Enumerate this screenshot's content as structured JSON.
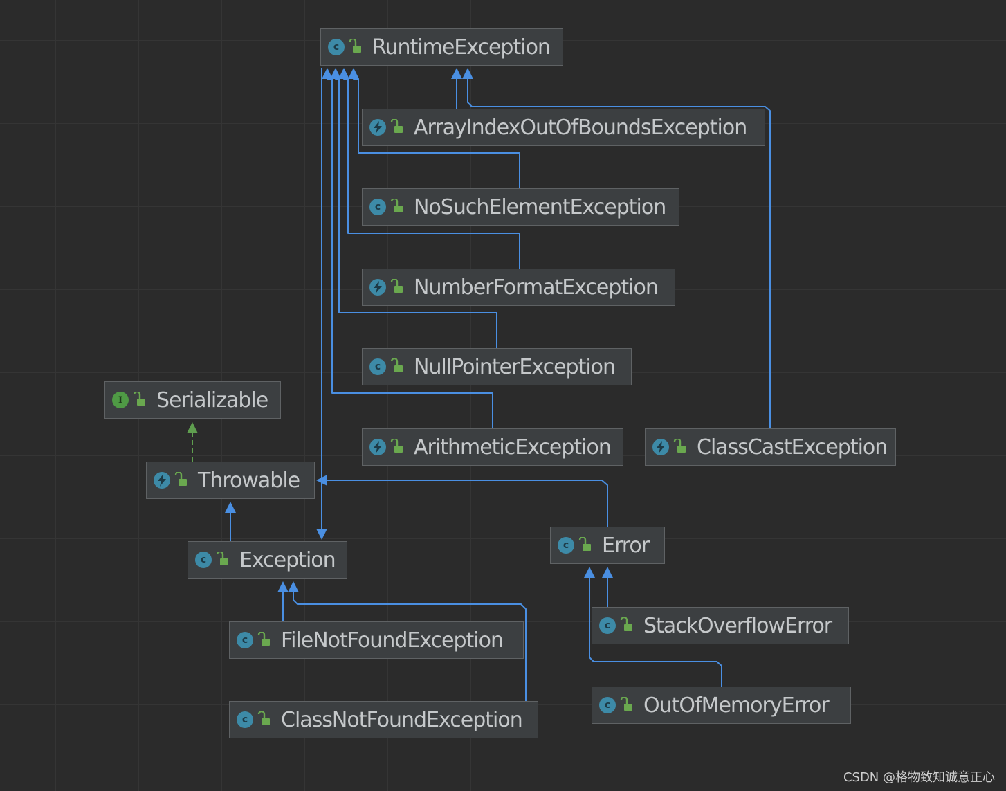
{
  "nodes": [
    {
      "id": "runtime_exception",
      "name": "RuntimeException",
      "kind": "class"
    },
    {
      "id": "array_index_oob",
      "name": "ArrayIndexOutOfBoundsException",
      "kind": "exception"
    },
    {
      "id": "no_such_element",
      "name": "NoSuchElementException",
      "kind": "class"
    },
    {
      "id": "number_format",
      "name": "NumberFormatException",
      "kind": "exception"
    },
    {
      "id": "null_pointer",
      "name": "NullPointerException",
      "kind": "class"
    },
    {
      "id": "arithmetic",
      "name": "ArithmeticException",
      "kind": "exception"
    },
    {
      "id": "class_cast",
      "name": "ClassCastException",
      "kind": "exception"
    },
    {
      "id": "serializable",
      "name": "Serializable",
      "kind": "interface"
    },
    {
      "id": "throwable",
      "name": "Throwable",
      "kind": "exception"
    },
    {
      "id": "exception",
      "name": "Exception",
      "kind": "class"
    },
    {
      "id": "error",
      "name": "Error",
      "kind": "class"
    },
    {
      "id": "file_not_found",
      "name": "FileNotFoundException",
      "kind": "class"
    },
    {
      "id": "class_not_found",
      "name": "ClassNotFoundException",
      "kind": "class"
    },
    {
      "id": "stack_overflow",
      "name": "StackOverflowError",
      "kind": "class"
    },
    {
      "id": "out_of_memory",
      "name": "OutOfMemoryError",
      "kind": "class"
    }
  ],
  "edges": [
    {
      "from": "array_index_oob",
      "to": "runtime_exception",
      "type": "extends"
    },
    {
      "from": "no_such_element",
      "to": "runtime_exception",
      "type": "extends"
    },
    {
      "from": "number_format",
      "to": "runtime_exception",
      "type": "extends"
    },
    {
      "from": "null_pointer",
      "to": "runtime_exception",
      "type": "extends"
    },
    {
      "from": "arithmetic",
      "to": "runtime_exception",
      "type": "extends"
    },
    {
      "from": "class_cast",
      "to": "runtime_exception",
      "type": "extends"
    },
    {
      "from": "runtime_exception",
      "to": "exception",
      "type": "extends"
    },
    {
      "from": "throwable",
      "to": "serializable",
      "type": "implements"
    },
    {
      "from": "exception",
      "to": "throwable",
      "type": "extends"
    },
    {
      "from": "error",
      "to": "throwable",
      "type": "extends"
    },
    {
      "from": "file_not_found",
      "to": "exception",
      "type": "extends"
    },
    {
      "from": "class_not_found",
      "to": "exception",
      "type": "extends"
    },
    {
      "from": "stack_overflow",
      "to": "error",
      "type": "extends"
    },
    {
      "from": "out_of_memory",
      "to": "error",
      "type": "extends"
    }
  ],
  "icons": {
    "class": "class-icon",
    "exception": "exception-class-icon",
    "interface": "interface-icon",
    "visibility": "public-lock-icon"
  },
  "colors": {
    "extends_edge": "#4a8fe2",
    "implements_edge": "#5f9e4f",
    "node_bg": "#3c3f41",
    "class_icon": "#3d8aa7",
    "interface_icon": "#4f9a45"
  },
  "watermark": "CSDN @格物致知诚意正心"
}
